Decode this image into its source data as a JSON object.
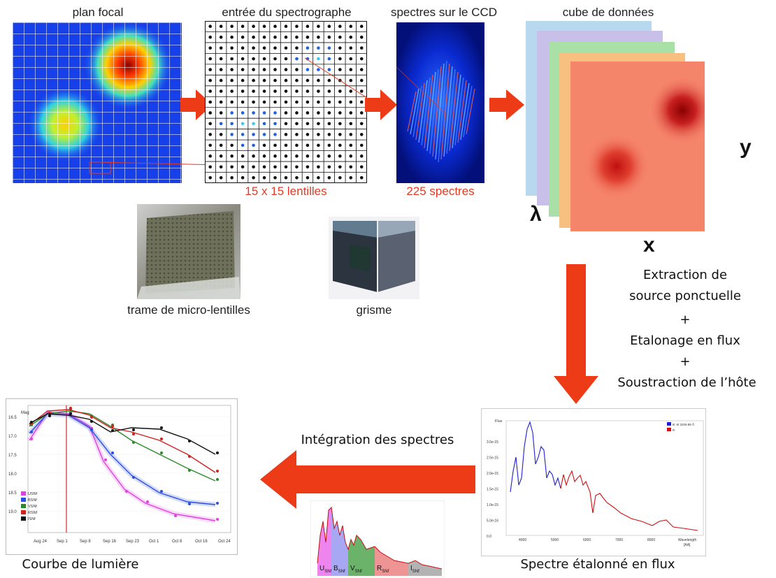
{
  "panels": {
    "focal_plane": "plan focal",
    "spectrograph_input": "entrée du spectrographe",
    "ccd_spectra": "spectres sur le CCD",
    "data_cube": "cube de données"
  },
  "sublabels": {
    "lenslets": "15 x 15 lentilles",
    "spectra_count": "225 spectres"
  },
  "axes": {
    "y": "y",
    "lambda": "λ",
    "x": "x"
  },
  "photos": {
    "microlens": "trame de micro-lentilles",
    "grism": "grisme"
  },
  "process": {
    "line1": "Extraction de",
    "line2": "source ponctuelle",
    "plus1": "+",
    "line3": "Etalonage en flux",
    "plus2": "+",
    "line4": "Soustraction de l’hôte"
  },
  "integration_label": "Intégration des spectres",
  "captions": {
    "light_curve": "Courbe de lumière",
    "flux_spectrum": "Spectre étalonné en flux"
  },
  "light_curve": {
    "ylabel": "Mag",
    "yticks": [
      "16.5",
      "17.0",
      "17.5",
      "18.0",
      "18.5",
      "19.0"
    ],
    "xticks": [
      "Aug 24",
      "Sep 1",
      "Sep 8",
      "Sep 16",
      "Sep 23",
      "Oct 1",
      "Oct 8",
      "Oct 16",
      "Oct 24"
    ],
    "legend": [
      "USNf",
      "BSNf",
      "VSNf",
      "RSNf",
      "ISNf"
    ],
    "colors": [
      "#e040e0",
      "#2a4ee0",
      "#2a8a2a",
      "#d02020",
      "#111111"
    ]
  },
  "spectrum": {
    "ylabel": "Flux",
    "yticks": [
      "3.0e-15",
      "2.5e-15",
      "2.0e-15",
      "1.5e-15",
      "1.0e-15",
      "5.0e-16",
      "0.0"
    ],
    "xticks": [
      "4000",
      "5000",
      "6000",
      "7000",
      "8000"
    ],
    "xlabel": "Wavelength",
    "xunit": "[AA]",
    "legend": [
      "B: M 3329.89 Å",
      "R"
    ]
  },
  "band_spectrum": {
    "bands": [
      {
        "main": "U",
        "sub": "SNf",
        "color": "#e85be8"
      },
      {
        "main": "B",
        "sub": "SNf",
        "color": "#8a8af0"
      },
      {
        "main": "V",
        "sub": "SNf",
        "color": "#3a9a3a"
      },
      {
        "main": "R",
        "sub": "SNf",
        "color": "#e87070"
      },
      {
        "main": "I",
        "sub": "SNf",
        "color": "#9a9a9a"
      }
    ]
  }
}
